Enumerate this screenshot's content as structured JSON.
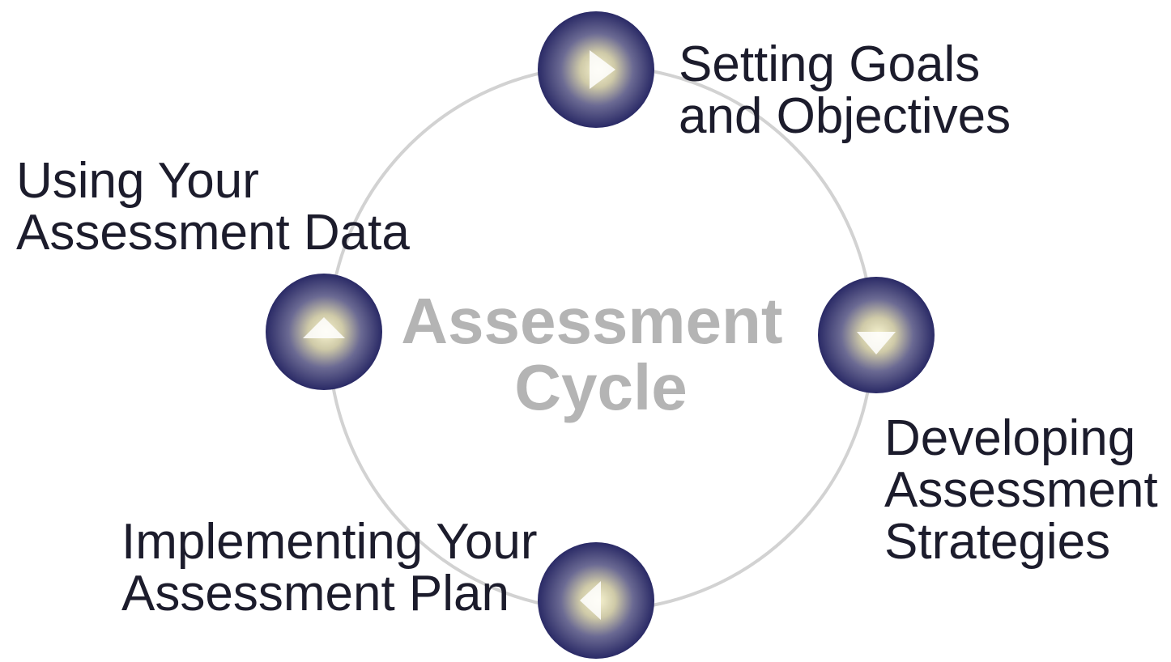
{
  "diagram": {
    "center_title": [
      "Assessment",
      "Cycle"
    ],
    "colors": {
      "ring": "#d2d2d2",
      "node_outer": "#2a2a66",
      "node_inner": "#f6f2cf",
      "center_text": "#b4b4b4",
      "label_text": "#1c1c2c"
    },
    "steps": [
      {
        "id": "setting-goals",
        "lines": [
          "Setting Goals",
          "and Objectives"
        ],
        "arrow_icon": "arrow-right-icon"
      },
      {
        "id": "developing-strategies",
        "lines": [
          "Developing",
          "Assessment",
          "Strategies"
        ],
        "arrow_icon": "arrow-down-icon"
      },
      {
        "id": "implementing-plan",
        "lines": [
          "Implementing Your",
          "Assessment Plan"
        ],
        "arrow_icon": "arrow-left-icon"
      },
      {
        "id": "using-data",
        "lines": [
          "Using Your",
          "Assessment Data"
        ],
        "arrow_icon": "arrow-up-icon"
      }
    ]
  }
}
